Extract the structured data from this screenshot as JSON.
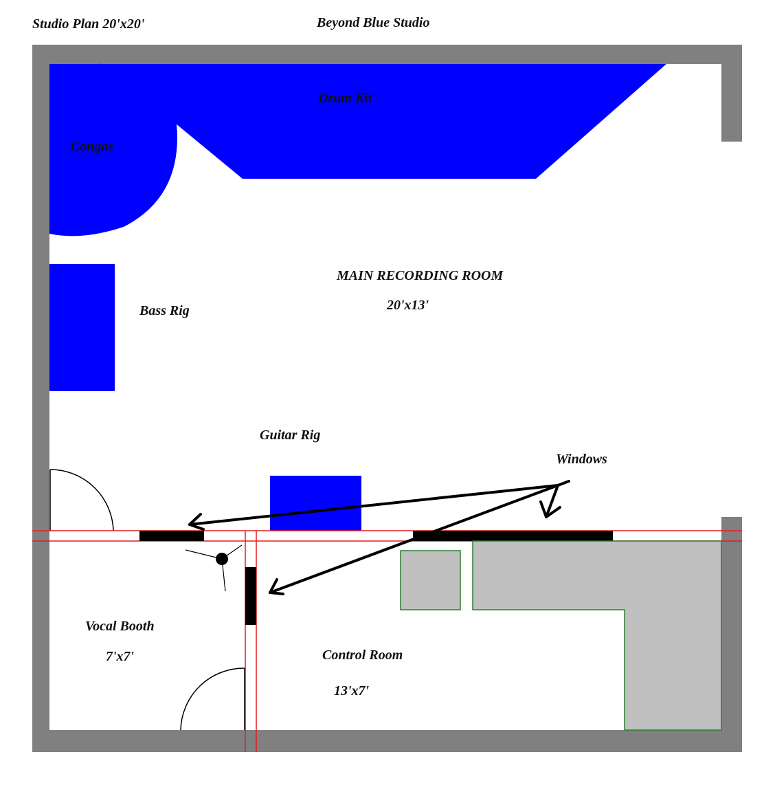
{
  "header": {
    "plan_title": "Studio Plan 20'x20'",
    "studio_name": "Beyond Blue Studio"
  },
  "labels": {
    "drum_kit": "Drum Kit",
    "congas": "Congas",
    "main_room": "MAIN RECORDING ROOM",
    "main_room_size": "20'x13'",
    "bass_rig": "Bass Rig",
    "guitar_rig": "Guitar Rig",
    "windows": "Windows",
    "vocal_booth": "Vocal Booth",
    "vocal_booth_size": "7'x7'",
    "control_room": "Control Room",
    "control_room_size": "13'x7'"
  },
  "colors": {
    "wall": "#808080",
    "equipment": "#0000ff",
    "window": "#000000",
    "guide_line": "#e02020",
    "desk_fill": "#c0c0c0",
    "desk_border": "#2e7d2e"
  }
}
